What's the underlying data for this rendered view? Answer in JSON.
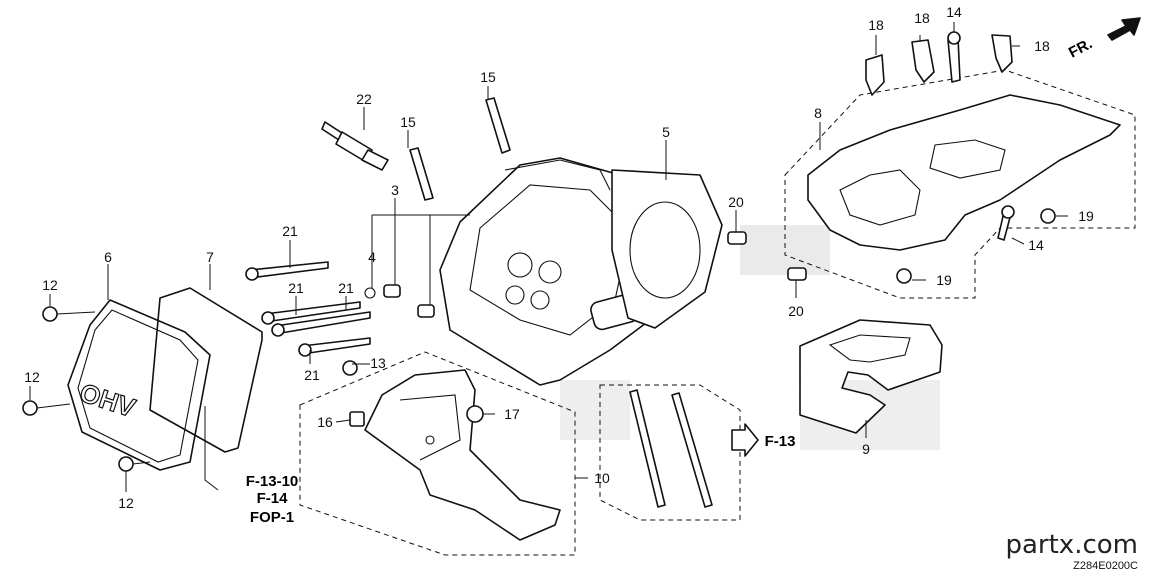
{
  "diagram": {
    "front_label": "FR.",
    "brand": "partx.com",
    "code": "Z284E0200C",
    "ref_group_left": [
      "F-13-10",
      "F-14",
      "FOP-1"
    ],
    "ref_right": "F-13",
    "callouts": {
      "c22": "22",
      "c15a": "15",
      "c15b": "15",
      "c3": "3",
      "c4": "4",
      "c5": "5",
      "c20a": "20",
      "c20b": "20",
      "c21a": "21",
      "c21b": "21",
      "c21c": "21",
      "c21d": "21",
      "c6": "6",
      "c7": "7",
      "c12a": "12",
      "c12b": "12",
      "c12c": "12",
      "c13": "13",
      "c16": "16",
      "c17": "17",
      "c10": "10",
      "c8": "8",
      "c18a": "18",
      "c18b": "18",
      "c18c": "18",
      "c14a": "14",
      "c14b": "14",
      "c19a": "19",
      "c19b": "19",
      "c9": "9"
    }
  }
}
